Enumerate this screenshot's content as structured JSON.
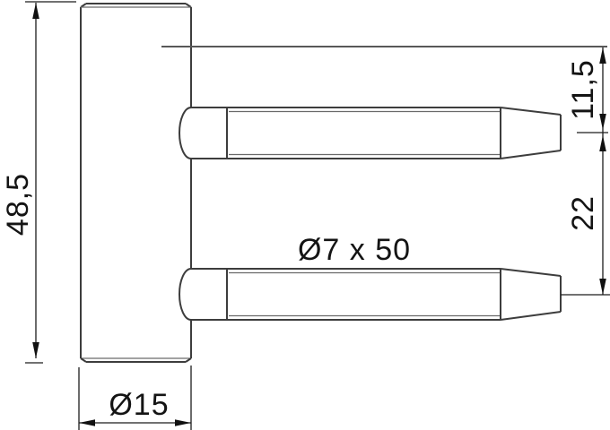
{
  "drawing": {
    "kind": "technical-drawing",
    "part": "hinge body with two fixing pins"
  },
  "labels": {
    "body_height": "48,5",
    "body_diameter": "Ø15",
    "pin_size": "Ø7 x 50",
    "pin_top_offset": "11,5",
    "pin_center_distance": "22"
  },
  "colors": {
    "background": "#ffffff",
    "part_line": "#3d3d3d",
    "dimension_line": "#1c1c1c",
    "text": "#141414"
  }
}
